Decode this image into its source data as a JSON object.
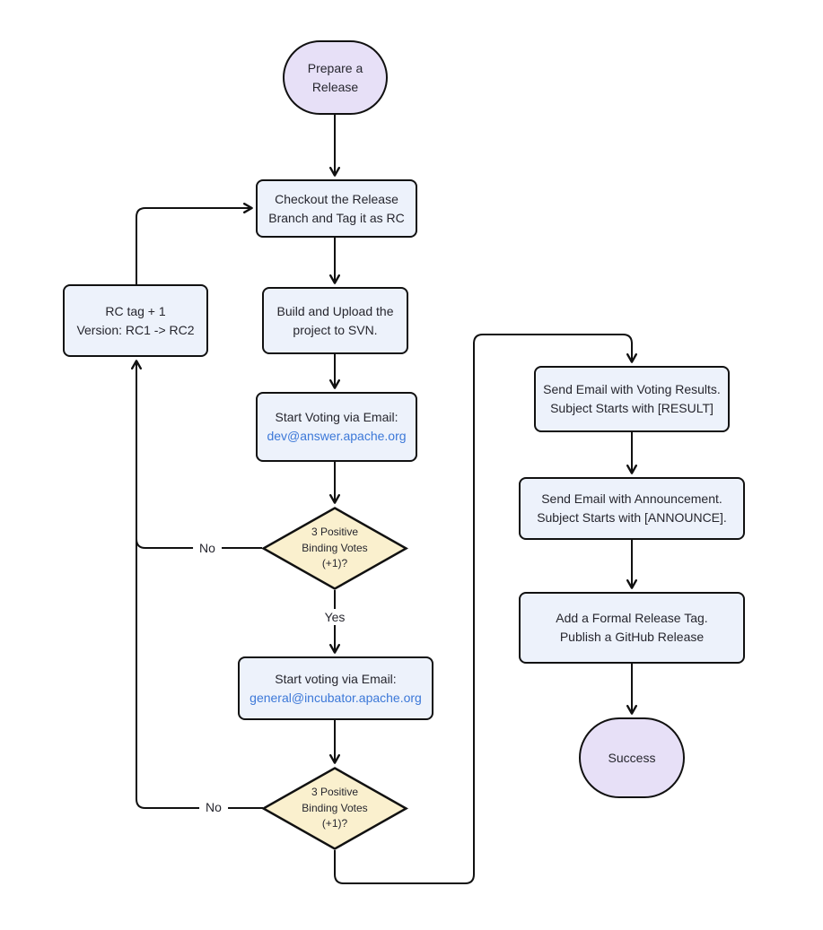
{
  "colors": {
    "box_fill": "#edf2fb",
    "diamond_fill": "#faf0ce",
    "terminal_fill": "#e7e0f7",
    "border": "#111111",
    "link": "#3c78d8",
    "text": "#26262e"
  },
  "nodes": {
    "start": {
      "line1": "Prepare a",
      "line2": "Release"
    },
    "checkout": {
      "line1": "Checkout the Release",
      "line2": "Branch and Tag it as RC"
    },
    "build": {
      "line1": "Build and Upload the",
      "line2": "project to SVN."
    },
    "vote_dev": {
      "label": "Start Voting via Email:",
      "email": "dev@answer.apache.org"
    },
    "decision1": {
      "line1": "3 Positive",
      "line2": "Binding Votes",
      "line3": "(+1)?"
    },
    "vote_incubator": {
      "label": "Start voting via Email:",
      "email": "general@incubator.apache.org"
    },
    "decision2": {
      "line1": "3 Positive",
      "line2": "Binding Votes",
      "line3": "(+1)?"
    },
    "rc_bump": {
      "line1": "RC tag + 1",
      "line2": "Version: RC1 -> RC2"
    },
    "result": {
      "line1": "Send Email with Voting Results.",
      "line2": "Subject Starts with [RESULT]"
    },
    "announce": {
      "line1": "Send Email with Announcement.",
      "line2": "Subject Starts with [ANNOUNCE]."
    },
    "tag": {
      "line1": "Add a Formal Release Tag.",
      "line2": "Publish a GitHub Release"
    },
    "success": {
      "label": "Success"
    }
  },
  "edge_labels": {
    "yes": "Yes",
    "no1": "No",
    "no2": "No"
  }
}
